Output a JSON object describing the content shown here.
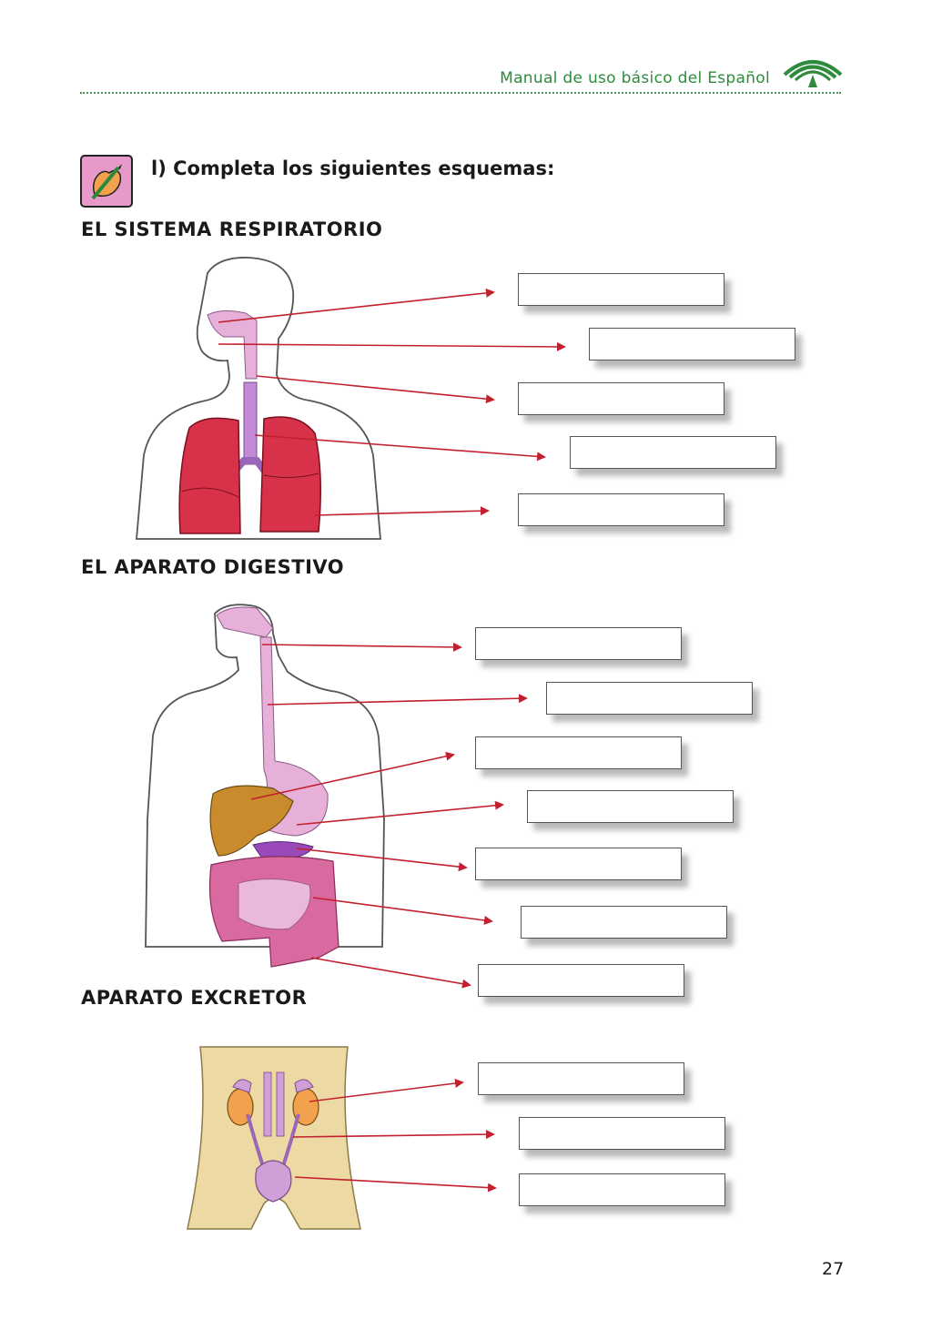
{
  "header": {
    "title": "Manual de uso básico del Español"
  },
  "exercise": {
    "instruction": "l) Completa los siguientes esquemas:"
  },
  "sections": {
    "respiratory": {
      "title": "EL SISTEMA RESPIRATORIO",
      "box_count": 5
    },
    "digestive": {
      "title": "EL APARATO DIGESTIVO",
      "box_count": 7
    },
    "excretory": {
      "title": "APARATO EXCRETOR",
      "box_count": 3
    }
  },
  "footer": {
    "page_number": "27"
  },
  "colors": {
    "header_green": "#2e8b3c",
    "arrow_red": "#c2202e",
    "lung_red": "#d8324a",
    "pink_organs": "#e7b0d8",
    "liver_brown": "#c98b2c",
    "skin": "#ecd9a4"
  }
}
